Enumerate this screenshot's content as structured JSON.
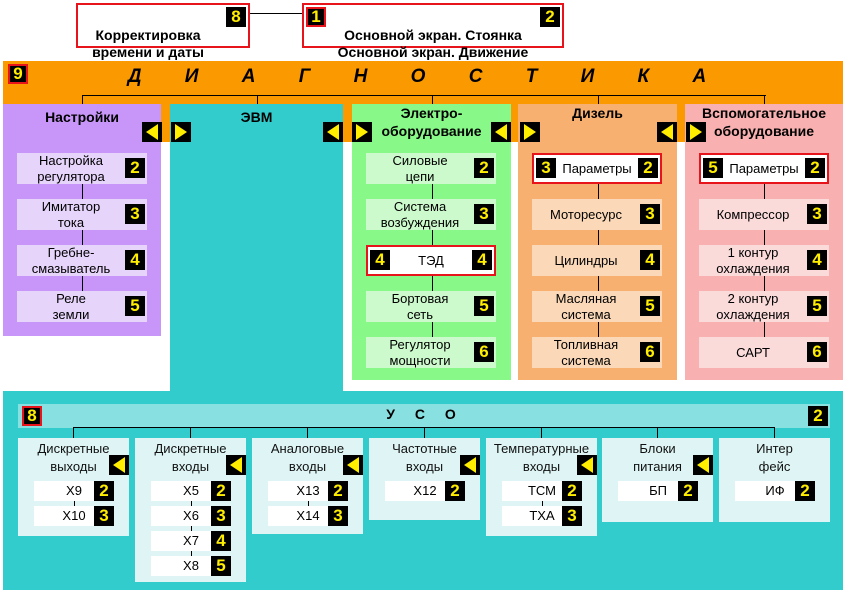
{
  "top": {
    "correction": {
      "label": "Корректировка\nвремени и даты",
      "badge": "8"
    },
    "main": {
      "label": "Основной экран. Стоянка\nОсновной экран. Движение",
      "badge_left": "1",
      "badge_right": "2"
    }
  },
  "diag": {
    "badge": "9",
    "title": "Д И А Г Н О С Т И К А"
  },
  "columns": [
    {
      "title": "Настройки",
      "items": [
        {
          "text": "Настройка\nрегулятора",
          "badge": "2"
        },
        {
          "text": "Имитатор\nтока",
          "badge": "3"
        },
        {
          "text": "Гребне-\nсмазыватель",
          "badge": "4"
        },
        {
          "text": "Реле\nземли",
          "badge": "5"
        }
      ]
    },
    {
      "title": "ЭВМ",
      "items": []
    },
    {
      "title": "Электро-\nоборудование",
      "items": [
        {
          "text": "Силовые\nцепи",
          "badge": "2"
        },
        {
          "text": "Система\nвозбуждения",
          "badge": "3"
        },
        {
          "text": "ТЭД",
          "badge": "4",
          "badge_left": "4",
          "highlight": true
        },
        {
          "text": "Бортовая\nсеть",
          "badge": "5"
        },
        {
          "text": "Регулятор\nмощности",
          "badge": "6"
        }
      ]
    },
    {
      "title": "Дизель",
      "items": [
        {
          "text": "Параметры",
          "badge": "2",
          "badge_left": "3",
          "highlight": true
        },
        {
          "text": "Моторесурс",
          "badge": "3"
        },
        {
          "text": "Цилиндры",
          "badge": "4"
        },
        {
          "text": "Масляная\nсистема",
          "badge": "5"
        },
        {
          "text": "Топливная\nсистема",
          "badge": "6"
        }
      ]
    },
    {
      "title": "Вспомогательное\nоборудование",
      "items": [
        {
          "text": "Параметры",
          "badge": "2",
          "badge_left": "5",
          "highlight": true
        },
        {
          "text": "Компрессор",
          "badge": "3"
        },
        {
          "text": "1 контур\nохлаждения",
          "badge": "4"
        },
        {
          "text": "2 контур\nохлаждения",
          "badge": "5"
        },
        {
          "text": "САРТ",
          "badge": "6"
        }
      ]
    }
  ],
  "uso": {
    "badge_left": "8",
    "title": "У С О",
    "badge_right": "2",
    "groups": [
      {
        "title": "Дискретные\nвыходы",
        "items": [
          {
            "text": "X9",
            "badge": "2"
          },
          {
            "text": "X10",
            "badge": "3"
          }
        ]
      },
      {
        "title": "Дискретные\nвходы",
        "items": [
          {
            "text": "X5",
            "badge": "2"
          },
          {
            "text": "X6",
            "badge": "3"
          },
          {
            "text": "X7",
            "badge": "4"
          },
          {
            "text": "X8",
            "badge": "5"
          }
        ]
      },
      {
        "title": "Аналоговые\nвходы",
        "items": [
          {
            "text": "X13",
            "badge": "2"
          },
          {
            "text": "X14",
            "badge": "3"
          }
        ]
      },
      {
        "title": "Частотные\nвходы",
        "items": [
          {
            "text": "X12",
            "badge": "2"
          }
        ]
      },
      {
        "title": "Температурные\nвходы",
        "items": [
          {
            "text": "ТСМ",
            "badge": "2"
          },
          {
            "text": "ТХА",
            "badge": "3"
          }
        ]
      },
      {
        "title": "Блоки\nпитания",
        "items": [
          {
            "text": "БП",
            "badge": "2"
          }
        ]
      },
      {
        "title": "Интер\nфейс",
        "items": [
          {
            "text": "ИФ",
            "badge": "2"
          }
        ]
      }
    ]
  },
  "colors": {
    "orange": "#fb9900",
    "purple": "#c896f8",
    "teal": "#33cccc",
    "green": "#88f888",
    "diesel": "#f8b070",
    "aux": "#f8b0b0",
    "badge_text": "#ffee00",
    "highlight": "#e8141c"
  }
}
